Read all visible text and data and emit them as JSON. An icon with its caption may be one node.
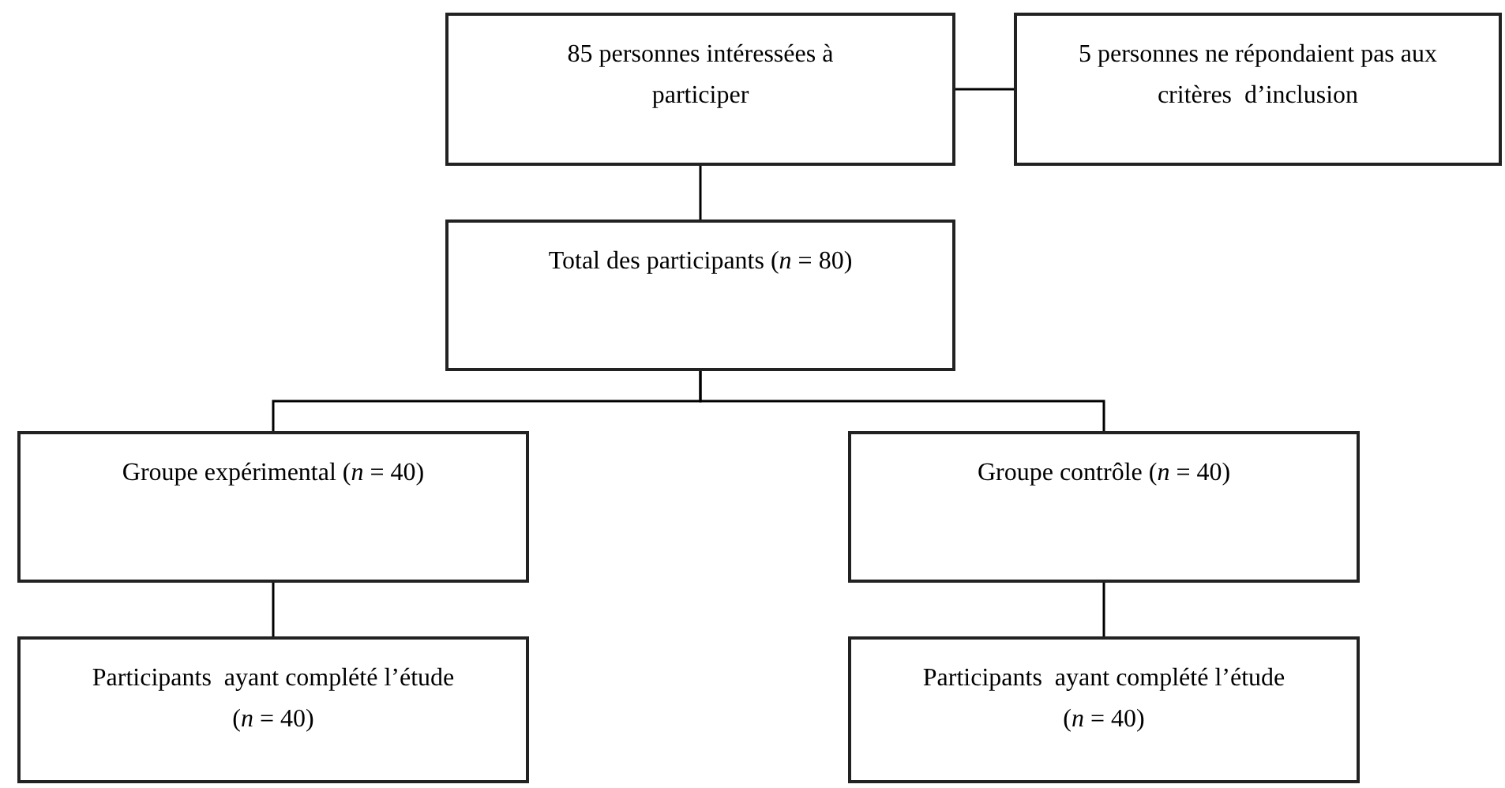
{
  "diagram": {
    "nodes": [
      {
        "text": [
          "85 personnes intéressées à participer"
        ]
      },
      {
        "text": [
          "5 personnes ne répondaient pas aux critères  d’inclusion"
        ]
      },
      {
        "text": [
          "Total des participants (*n* = 80)"
        ]
      },
      {
        "text": [
          "Groupe expérimental (*n* = 40)"
        ]
      },
      {
        "text": [
          "Groupe contrôle (*n* = 40)"
        ]
      },
      {
        "text": [
          "Participants  ayant complété l’étude (*n* = 40)"
        ]
      },
      {
        "text": [
          "Participants  ayant complété l’étude (*n* = 40)"
        ]
      }
    ],
    "edges": [
      {
        "from": 0,
        "to": 1,
        "arrow": "none"
      },
      {
        "from": 0,
        "to": 2,
        "arrow": "none"
      },
      {
        "from": 2,
        "to": 3,
        "arrow": "none"
      },
      {
        "from": 2,
        "to": 4,
        "arrow": "none"
      },
      {
        "from": 3,
        "to": 5,
        "arrow": "none"
      },
      {
        "from": 4,
        "to": 6,
        "arrow": "none"
      }
    ]
  }
}
